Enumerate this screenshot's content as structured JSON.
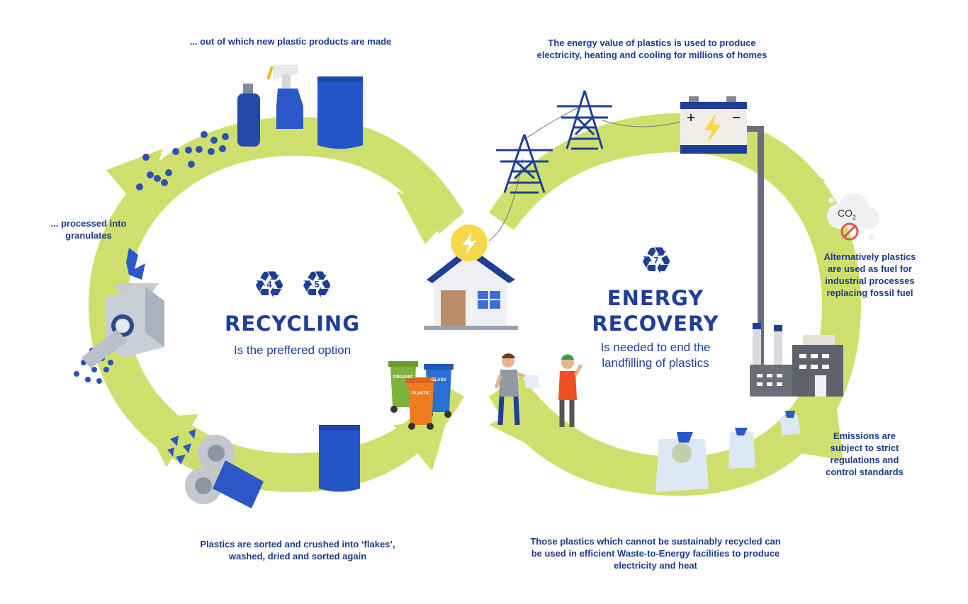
{
  "recycling": {
    "title": "RECYCLING",
    "subtitle": "Is the preffered option",
    "codes": [
      "4",
      "5"
    ]
  },
  "energy": {
    "title_line1": "ENERGY",
    "title_line2": "RECOVERY",
    "subtitle_line1": "Is needed to end the",
    "subtitle_line2": "landfilling  of plastics",
    "code": "7"
  },
  "captions": {
    "new_products": "... out of which new plastic products are made",
    "granulates_line1": "... processed into",
    "granulates_line2": "granulates",
    "flakes_line1": "Plastics are sorted and crushed into ‘flakes’,",
    "flakes_line2": "washed, dried and sorted again",
    "energy_value_line1": "The energy value of plastics is used to produce",
    "energy_value_line2": "electricity, heating and cooling for millions of homes",
    "fuel_line1": "Alternatively plastics",
    "fuel_line2": "are used as fuel for",
    "fuel_line3": "industrial processes",
    "fuel_line4": "replacing fossil fuel",
    "emissions_line1": "Emissions are",
    "emissions_line2": "subject to strict",
    "emissions_line3": "regulations and",
    "emissions_line4": "control standards",
    "wte_line1": "Those plastics which cannot be sustainably recycled can",
    "wte_line2": "be used in efficient Waste-to-Energy facilities to produce",
    "wte_line3": "electricity and heat"
  },
  "bins": {
    "organic": "ORGANIC",
    "plastic": "PLASTIC",
    "glass": "GLASS"
  },
  "co2": {
    "text": "CO",
    "sub": "2"
  },
  "colors": {
    "arrow": "#cfdf6e",
    "blue": "#1f3e96",
    "bright_blue": "#2a5bd7",
    "orange": "#f07a1e",
    "green_bin": "#7db33a"
  },
  "icons": [
    "recycle-icon",
    "bolt-icon",
    "house-icon",
    "pylon-icon",
    "battery-icon",
    "factory-icon",
    "cloud-icon",
    "bottle-icon",
    "spray-bottle-icon",
    "pouch-icon",
    "granule-icon",
    "crusher-icon",
    "gear-icon",
    "bin-icon",
    "person-icon",
    "bag-icon"
  ]
}
